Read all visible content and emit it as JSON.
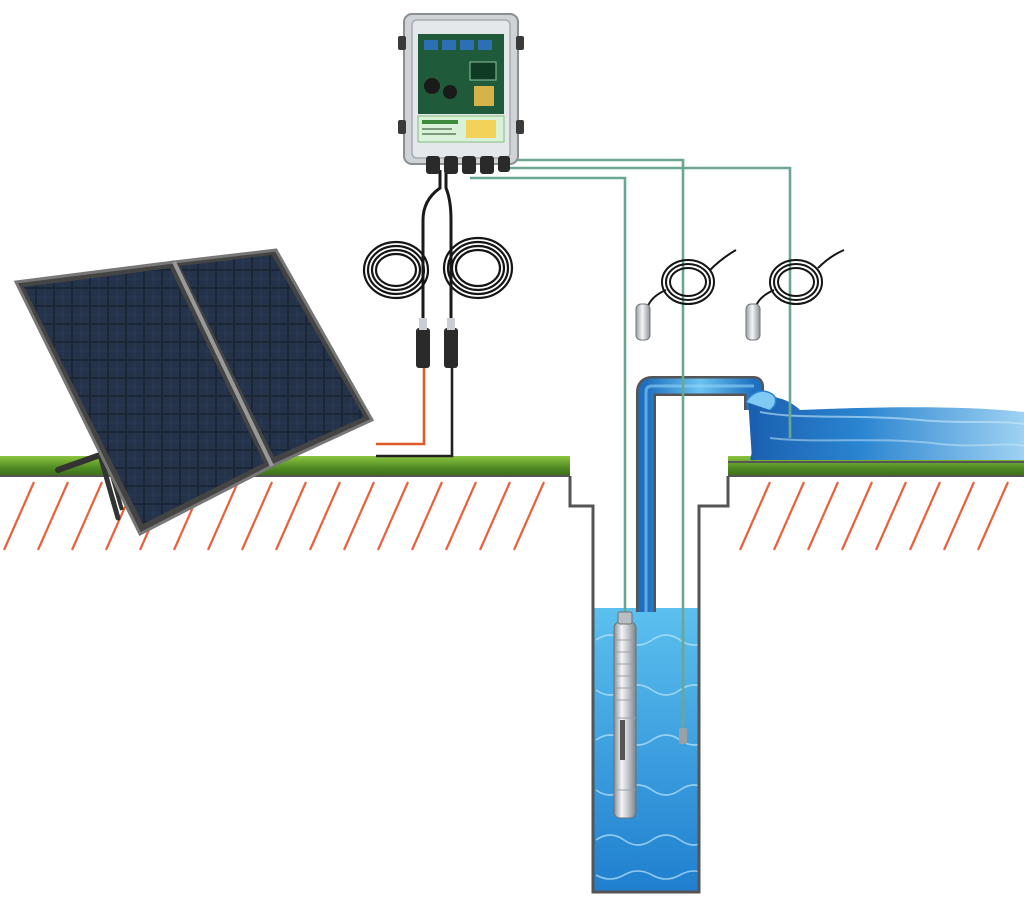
{
  "diagram": {
    "components": [
      {
        "id": "solar-panel",
        "kind": "folding solar panel (2 modules)"
      },
      {
        "id": "controller",
        "kind": "pump controller box"
      },
      {
        "id": "pv-cables",
        "kind": "coiled PV extension cables with connectors"
      },
      {
        "id": "sensor-well",
        "kind": "water level sensor with cable (well)"
      },
      {
        "id": "sensor-tank",
        "kind": "water level sensor with cable (tank)"
      },
      {
        "id": "pump",
        "kind": "submersible borehole pump"
      },
      {
        "id": "well",
        "kind": "borehole / well shaft with water"
      },
      {
        "id": "tank",
        "kind": "water storage pond"
      }
    ],
    "colors": {
      "ground_hatch": "#e8603c",
      "grass": "#5e9a2c",
      "wire_green": "#6aa78f",
      "pipe_blue": "#2e86c9",
      "water_blue": "#3aa3e0",
      "positive_wire": "#e05a2a",
      "negative_wire": "#222222",
      "outline": "#555555"
    }
  }
}
